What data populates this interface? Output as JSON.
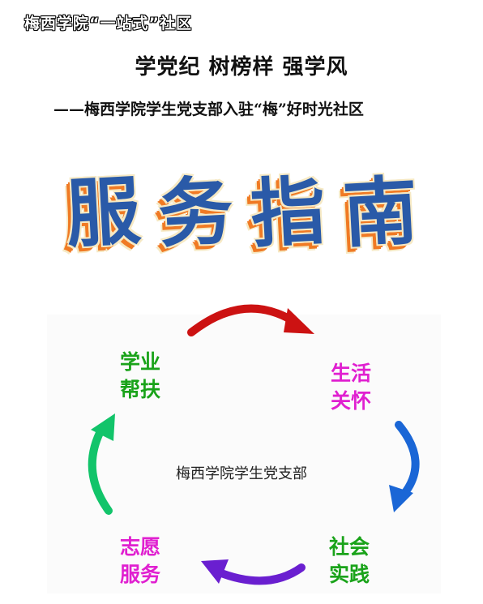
{
  "header": {
    "tag": "梅西学院“一站式”社区",
    "title": "学党纪  树榜样  强学风",
    "subtitle": "——梅西学院学生党支部入驻“梅”好时光社区"
  },
  "heading": {
    "chars": [
      "服",
      "务",
      "指",
      "南"
    ]
  },
  "cycle": {
    "center": "梅西学院学生党支部",
    "nodes": {
      "study": {
        "line1": "学业",
        "line2": "帮扶",
        "color": "#1aa31a"
      },
      "life": {
        "line1": "生活",
        "line2": "关怀",
        "color": "#e020d0"
      },
      "practice": {
        "line1": "社会",
        "line2": "实践",
        "color": "#1aa31a"
      },
      "volunteer": {
        "line1": "志愿",
        "line2": "服务",
        "color": "#e020d0"
      }
    },
    "arrows": {
      "top": "#cc1212",
      "right": "#1a66d6",
      "bottom": "#6a1fd0",
      "left": "#12c46a"
    }
  }
}
